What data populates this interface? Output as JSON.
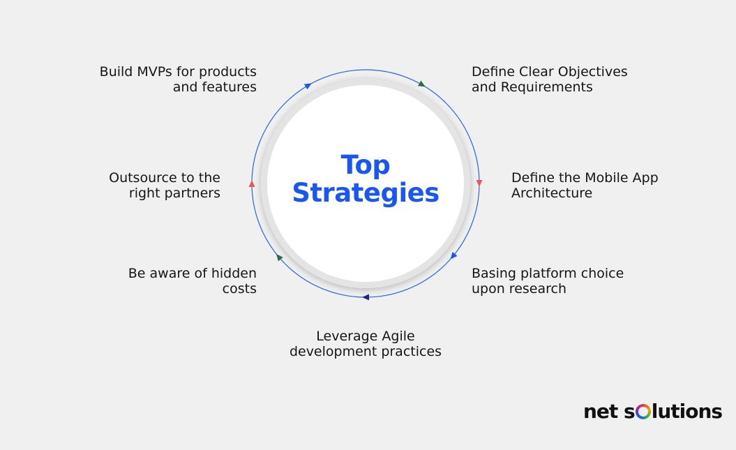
{
  "center": {
    "title_line1": "Top",
    "title_line2": "Strategies",
    "title_color": "#1a56f0",
    "ring_color": "#2563eb"
  },
  "strategies": [
    {
      "line1": "Build MVPs for products",
      "line2": "and features",
      "marker_color": "#1a56f0"
    },
    {
      "line1": "Define Clear Objectives",
      "line2": "and Requirements",
      "marker_color": "#2f6b4f"
    },
    {
      "line1": "Outsource to the",
      "line2": "right partners",
      "marker_color": "#e85a5a"
    },
    {
      "line1": "Define the Mobile App",
      "line2": "Architecture",
      "marker_color": "#e85a5a"
    },
    {
      "line1": "Be aware of hidden",
      "line2": "costs",
      "marker_color": "#2f6b4f"
    },
    {
      "line1": "Basing platform choice",
      "line2": "upon research",
      "marker_color": "#1a56f0"
    },
    {
      "line1": "Leverage Agile",
      "line2": "development practices",
      "marker_color": "#1e2a78"
    }
  ],
  "logo": {
    "part1": "net s",
    "part2": "lutions"
  }
}
